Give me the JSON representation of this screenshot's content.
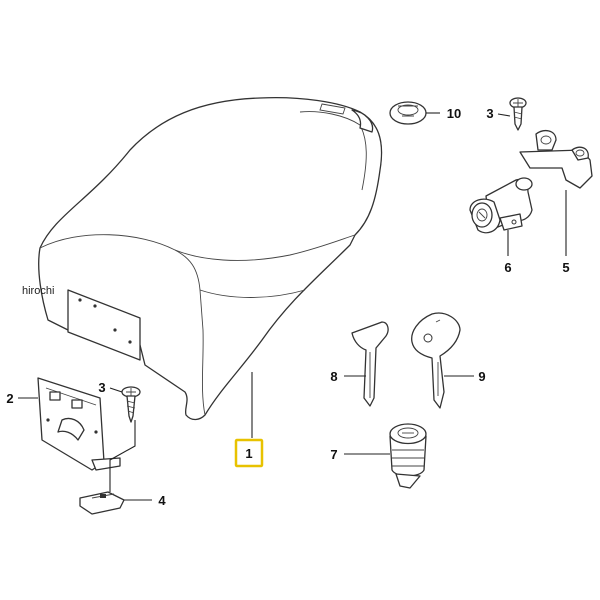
{
  "watermark": "hirochi",
  "callouts": [
    {
      "id": "1",
      "label": "1",
      "highlighted": true
    },
    {
      "id": "2",
      "label": "2"
    },
    {
      "id": "3a",
      "label": "3"
    },
    {
      "id": "3b",
      "label": "3"
    },
    {
      "id": "4",
      "label": "4"
    },
    {
      "id": "5",
      "label": "5"
    },
    {
      "id": "6",
      "label": "6"
    },
    {
      "id": "7",
      "label": "7"
    },
    {
      "id": "8",
      "label": "8"
    },
    {
      "id": "9",
      "label": "9"
    },
    {
      "id": "10",
      "label": "10"
    }
  ],
  "highlight_color": "#e8c200"
}
